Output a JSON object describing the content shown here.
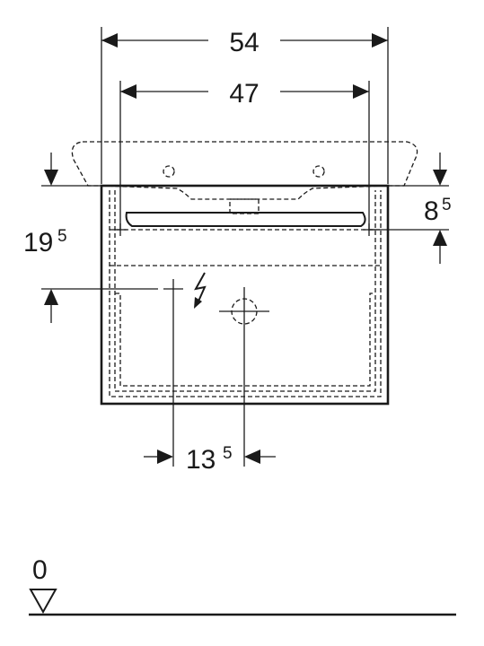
{
  "dimensions": {
    "overall_width": "54",
    "basin_width": "47",
    "left_height_main": "19",
    "left_height_sup": "5",
    "right_height_main": "8",
    "right_height_sup": "5",
    "offset_main": "13",
    "offset_sup": "5"
  },
  "floor_level": "0",
  "symbols": {
    "electrical": "lightning-icon",
    "drain": "drain-crosshair-icon",
    "water": "water-supply-crosshair-icon"
  }
}
